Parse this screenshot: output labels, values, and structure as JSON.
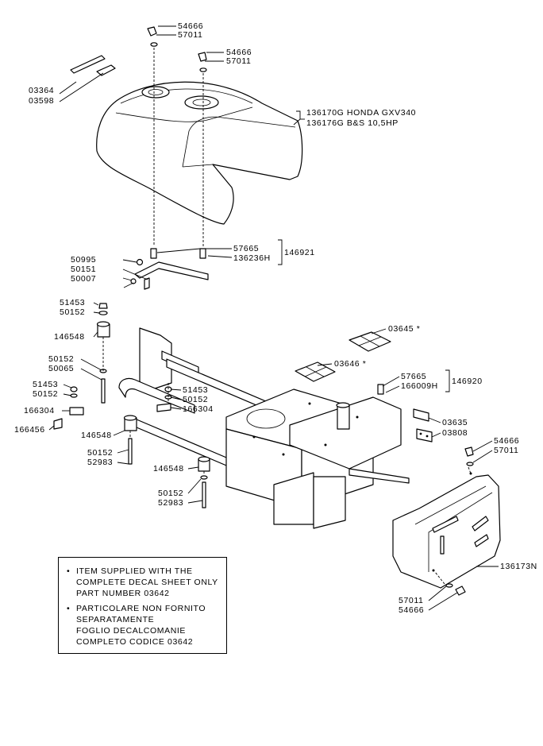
{
  "labels": {
    "l54666_a": "54666",
    "l57011_a": "57011",
    "l54666_b": "54666",
    "l57011_b": "57011",
    "l03364": "03364",
    "l03598": "03598",
    "l136170g": "136170G HONDA GXV340",
    "l136176g": "136176G B&S 10,5HP",
    "l57665_a": "57665",
    "l136236h": "136236H",
    "l146921": "146921",
    "l50995": "50995",
    "l50151": "50151",
    "l50007": "50007",
    "l51453_a": "51453",
    "l50152_a": "50152",
    "l146548_a": "146548",
    "l03645": "03645 *",
    "l03646": "03646 *",
    "l57665_b": "57665",
    "l166009h": "166009H",
    "l146920": "146920",
    "l50152_b": "50152",
    "l50065": "50065",
    "l51453_b": "51453",
    "l50152_c": "50152",
    "l51453_c": "51453",
    "l50152_d": "50152",
    "l166304_a": "166304",
    "l166304_b": "166304",
    "l166456": "166456",
    "l146548_b": "146548",
    "l50152_e": "50152",
    "l52983_a": "52983",
    "l146548_c": "146548",
    "l50152_f": "50152",
    "l52983_b": "52983",
    "l03635": "03635",
    "l03808": "03808",
    "l54666_c": "54666",
    "l57011_c": "57011",
    "l136173n": "136173N",
    "l57011_d": "57011",
    "l54666_d": "54666"
  },
  "notes": [
    {
      "bullet": "•",
      "text": "ITEM SUPPLIED WITH THE\nCOMPLETE DECAL SHEET ONLY\nPART NUMBER 03642"
    },
    {
      "bullet": "•",
      "text": "PARTICOLARE NON FORNITO\nSEPARATAMENTE\nFOGLIO DECALCOMANIE\nCOMPLETO CODICE 03642"
    }
  ]
}
